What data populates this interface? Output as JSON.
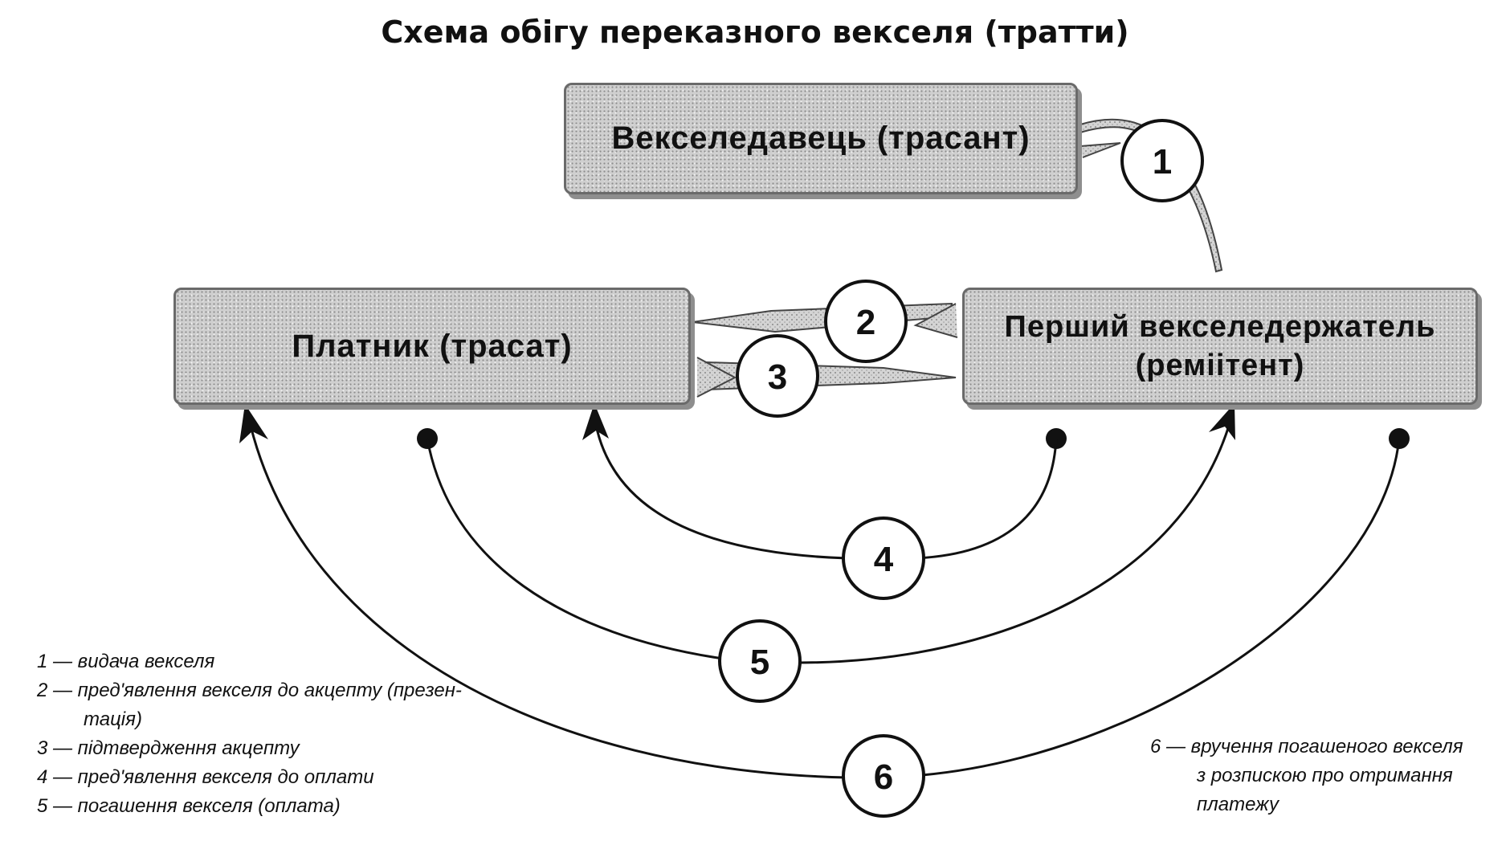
{
  "title": "Схема обігу переказного векселя (тратти)",
  "nodes": {
    "drawer": "Векселедавець (трасант)",
    "payer": "Платник (трасат)",
    "payee_line1": "Перший векселедержатель",
    "payee_line2": "(реміітент)"
  },
  "steps": [
    "1",
    "2",
    "3",
    "4",
    "5",
    "6"
  ],
  "legend_left": [
    "1 — видача векселя",
    "2 — пред'явлення векселя до акцепту (презен-",
    "тація)",
    "3 — підтвердження акцепту",
    "4 — пред'явлення векселя до оплати",
    "5 — погашення векселя (оплата)"
  ],
  "legend_right": [
    "6 — вручення погашеного векселя",
    "з розпискою про отримання",
    "платежу"
  ]
}
